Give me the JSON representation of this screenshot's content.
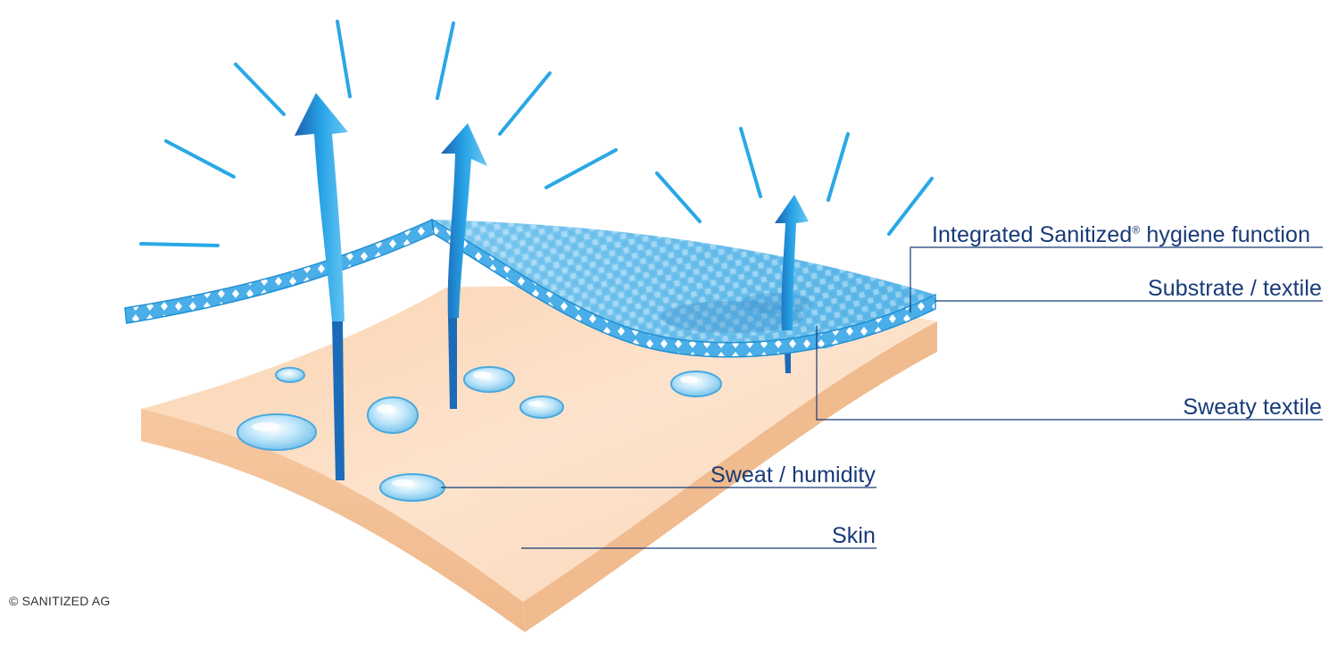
{
  "labels": {
    "hygiene_function_prefix": "Integrated Sanitized",
    "hygiene_function_reg": "®",
    "hygiene_function_suffix": " hygiene function",
    "substrate": "Substrate / textile",
    "sweaty_textile": "Sweaty textile",
    "sweat_humidity": "Sweat / humidity",
    "skin": "Skin"
  },
  "copyright": "© SANITIZED AG",
  "colors": {
    "label_text": "#173a78",
    "leader_line": "#173a78",
    "skin_top": "#f9dcc4",
    "skin_side": "#f2c39d",
    "textile_blue": "#5bb7e8",
    "textile_edge": "#1f8fd3",
    "arrow_blue": "#1e9be0",
    "ray_blue": "#29a8e6",
    "droplet": "#8fd0f3"
  },
  "icons": {
    "arrows": "upward-evaporation-arrow",
    "rays": "radiating-freshness-rays",
    "droplets": "sweat-droplet"
  }
}
